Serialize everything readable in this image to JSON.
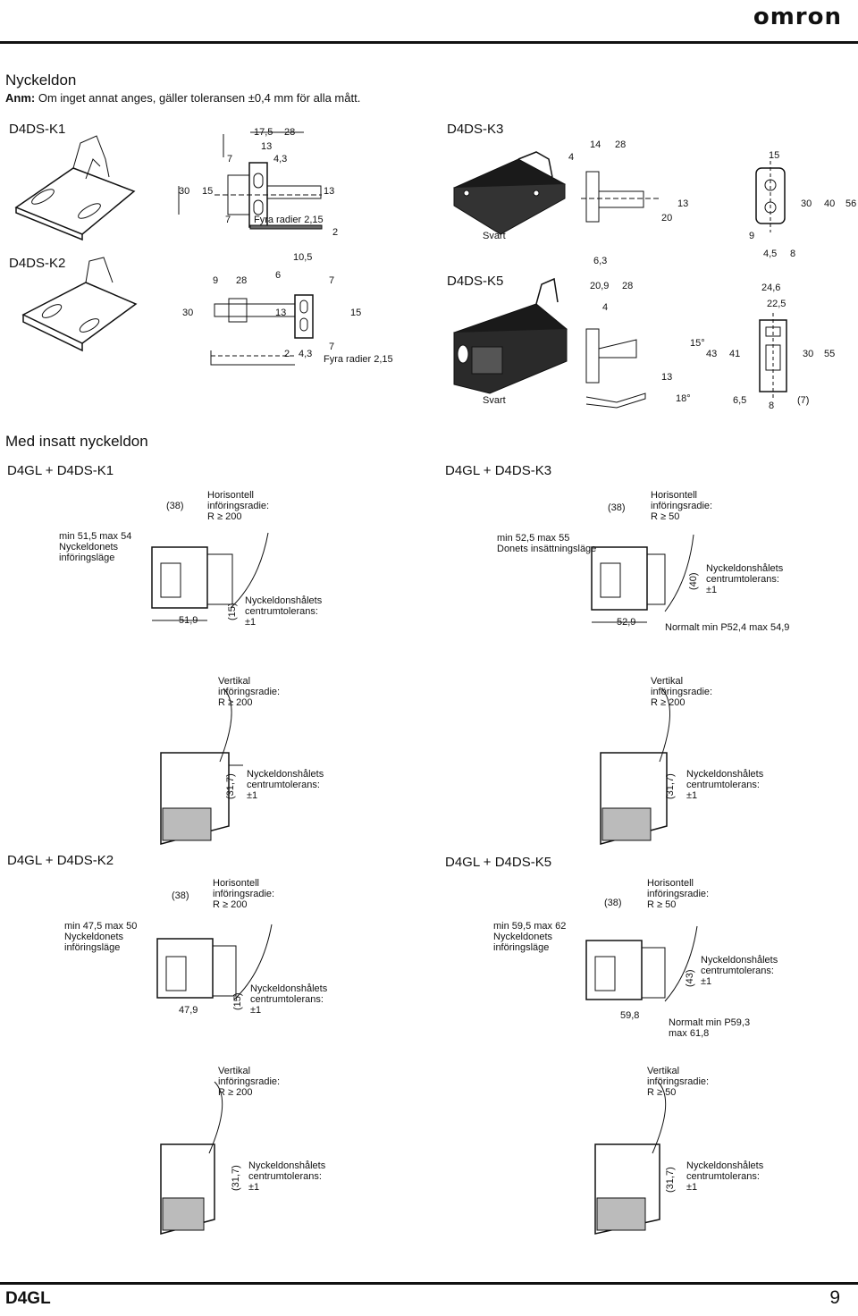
{
  "brand": "omron",
  "heading": "Nyckeldon",
  "note": {
    "label": "Anm:",
    "text": " Om inget annat anges, gäller toleransen ±0,4 mm för alla mått."
  },
  "section2": "Med insatt nyckeldon",
  "keys": {
    "k1": {
      "title": "D4DS-K1",
      "dims": [
        "17,5",
        "28",
        "13",
        "4,3",
        "7",
        "30",
        "15",
        "13",
        "7",
        "2"
      ],
      "radius": "Fyra radier 2,15"
    },
    "k2": {
      "title": "D4DS-K2",
      "dims": [
        "10,5",
        "9",
        "28",
        "6",
        "7",
        "30",
        "13",
        "15",
        "7",
        "2",
        "4,3"
      ],
      "radius": "Fyra radier 2,15"
    },
    "k3": {
      "title": "D4DS-K3",
      "dims": [
        "14",
        "28",
        "4",
        "15",
        "30",
        "40",
        "56",
        "13",
        "20",
        "9",
        "4,5",
        "8"
      ],
      "finish": "Svart"
    },
    "k5": {
      "title": "D4DS-K5",
      "dims": [
        "6,3",
        "20,9",
        "28",
        "4",
        "24,6",
        "22,5",
        "15°",
        "43",
        "41",
        "30",
        "55",
        "13",
        "18°",
        "6,5",
        "8",
        "(7)"
      ],
      "finish": "Svart"
    }
  },
  "assemblies": {
    "a1": {
      "title": "D4GL + D4DS-K1",
      "width": "(38)",
      "horizontal": "Horisontell\ninföringsradie:\nR ≥ 200",
      "position": "min 51,5 max 54\nNyckeldonets\ninföringsläge",
      "dim": "51,9",
      "side": "(15)",
      "tolerance": "Nyckeldonshålets\ncentrumtolerans:\n±1",
      "vertical": "Vertikal\ninföringsradie:\nR ≥ 200",
      "side2": "(31,7)",
      "tolerance2": "Nyckeldonshålets\ncentrumtolerans:\n±1"
    },
    "a3": {
      "title": "D4GL + D4DS-K3",
      "width": "(38)",
      "horizontal": "Horisontell\ninföringsradie:\nR ≥ 50",
      "position": "min 52,5 max 55\nDonets insättningsläge",
      "dim": "52,9",
      "side": "(40)",
      "tolerance": "Nyckeldonshålets\ncentrumtolerans:\n±1",
      "normal": "Normalt min P52,4 max 54,9",
      "vertical": "Vertikal\ninföringsradie:\nR ≥ 200",
      "side2": "(31,7)",
      "tolerance2": "Nyckeldonshålets\ncentrumtolerans:\n±1"
    },
    "a2": {
      "title": "D4GL + D4DS-K2",
      "width": "(38)",
      "horizontal": "Horisontell\ninföringsradie:\nR ≥ 200",
      "position": "min 47,5 max 50\nNyckeldonets\ninföringsläge",
      "dim": "47,9",
      "side": "(15)",
      "tolerance": "Nyckeldonshålets\ncentrumtolerans:\n±1",
      "vertical": "Vertikal\ninföringsradie:\nR ≥ 200",
      "side2": "(31,7)",
      "tolerance2": "Nyckeldonshålets\ncentrumtolerans:\n±1"
    },
    "a5": {
      "title": "D4GL + D4DS-K5",
      "width": "(38)",
      "horizontal": "Horisontell\ninföringsradie:\nR ≥ 50",
      "position": "min 59,5 max 62\nNyckeldonets\ninföringsläge",
      "dim": "59,8",
      "side": "(43)",
      "tolerance": "Nyckeldonshålets\ncentrumtolerans:\n±1",
      "normal": "Normalt min P59,3\nmax 61,8",
      "vertical": "Vertikal\ninföringsradie:\nR ≥ 50",
      "side2": "(31,7)",
      "tolerance2": "Nyckeldonshålets\ncentrumtolerans:\n±1"
    }
  },
  "footer": {
    "product": "D4GL",
    "page": "9"
  }
}
